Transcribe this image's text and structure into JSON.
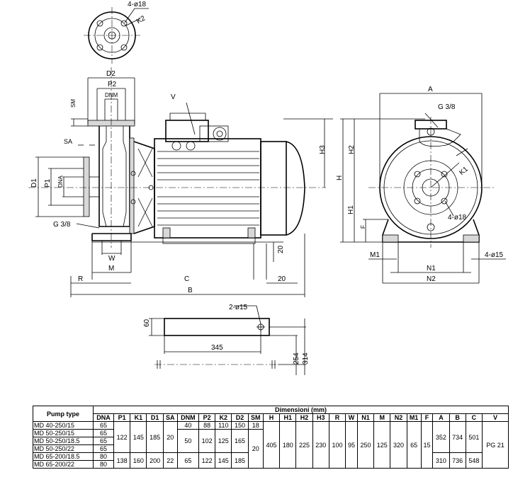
{
  "labels": {
    "flange_holes": "4-ø18",
    "k2": "K2",
    "d2": "D2",
    "p2": "P2",
    "dnm": "DNM",
    "sm": "SM",
    "sa": "SA",
    "v": "V",
    "d1": "D1",
    "p1": "P1",
    "dna": "DNA",
    "g38_left": "G 3/8",
    "w": "W",
    "m": "M",
    "r": "R",
    "c": "C",
    "b": "B",
    "h3": "H3",
    "twenty_a": "20",
    "twenty_b": "20",
    "a": "A",
    "g38_right": "G 3/8",
    "h": "H",
    "h2": "H2",
    "h1": "H1",
    "k1": "K1",
    "foot_holes": "4-ø18",
    "f": "F",
    "m1": "M1",
    "n1": "N1",
    "n2": "N2",
    "base_holes": "4-ø15",
    "plate_holes": "2-ø15",
    "sixty": "60",
    "three45": "345",
    "two54": "254",
    "three14": "314"
  },
  "table": {
    "header_type": "Pump type",
    "header_dims": "Dimensioni  (mm)",
    "columns": [
      "DNA",
      "P1",
      "K1",
      "D1",
      "SA",
      "DNM",
      "P2",
      "K2",
      "D2",
      "SM",
      "H",
      "H1",
      "H2",
      "H3",
      "R",
      "W",
      "N1",
      "M",
      "N2",
      "M1",
      "F",
      "A",
      "B",
      "C",
      "V"
    ],
    "types": [
      "MD 40-250/15",
      "MD 50-250/15",
      "MD 50-250/18.5",
      "MD 50-250/22",
      "MD 65-200/18.5",
      "MD 65-200/22"
    ],
    "dna": [
      "65",
      "65",
      "65",
      "65",
      "80",
      "80"
    ],
    "g1": {
      "p1": "122",
      "k1": "145",
      "d1": "185",
      "sa": "20"
    },
    "g2": {
      "p1": "138",
      "k1": "160",
      "d1": "200",
      "sa": "22"
    },
    "r1": {
      "dnm": "40",
      "p2": "88",
      "k2": "110",
      "d2": "150",
      "sm": "18"
    },
    "r2": {
      "dnm": "50",
      "p2": "102",
      "k2": "125",
      "d2": "165"
    },
    "r3": {
      "dnm": "65",
      "p2": "122",
      "k2": "145",
      "d2": "185"
    },
    "sm_shared": "20",
    "common": {
      "h": "405",
      "h1": "180",
      "h2": "225",
      "h3": "230",
      "r": "100",
      "w": "95",
      "n1": "250",
      "m": "125",
      "n2": "320",
      "m1": "65",
      "f": "15"
    },
    "abc1": {
      "a": "352",
      "b": "734",
      "c": "501"
    },
    "abc2": {
      "a": "310",
      "b": "736",
      "c": "548"
    },
    "v": "PG 21"
  }
}
